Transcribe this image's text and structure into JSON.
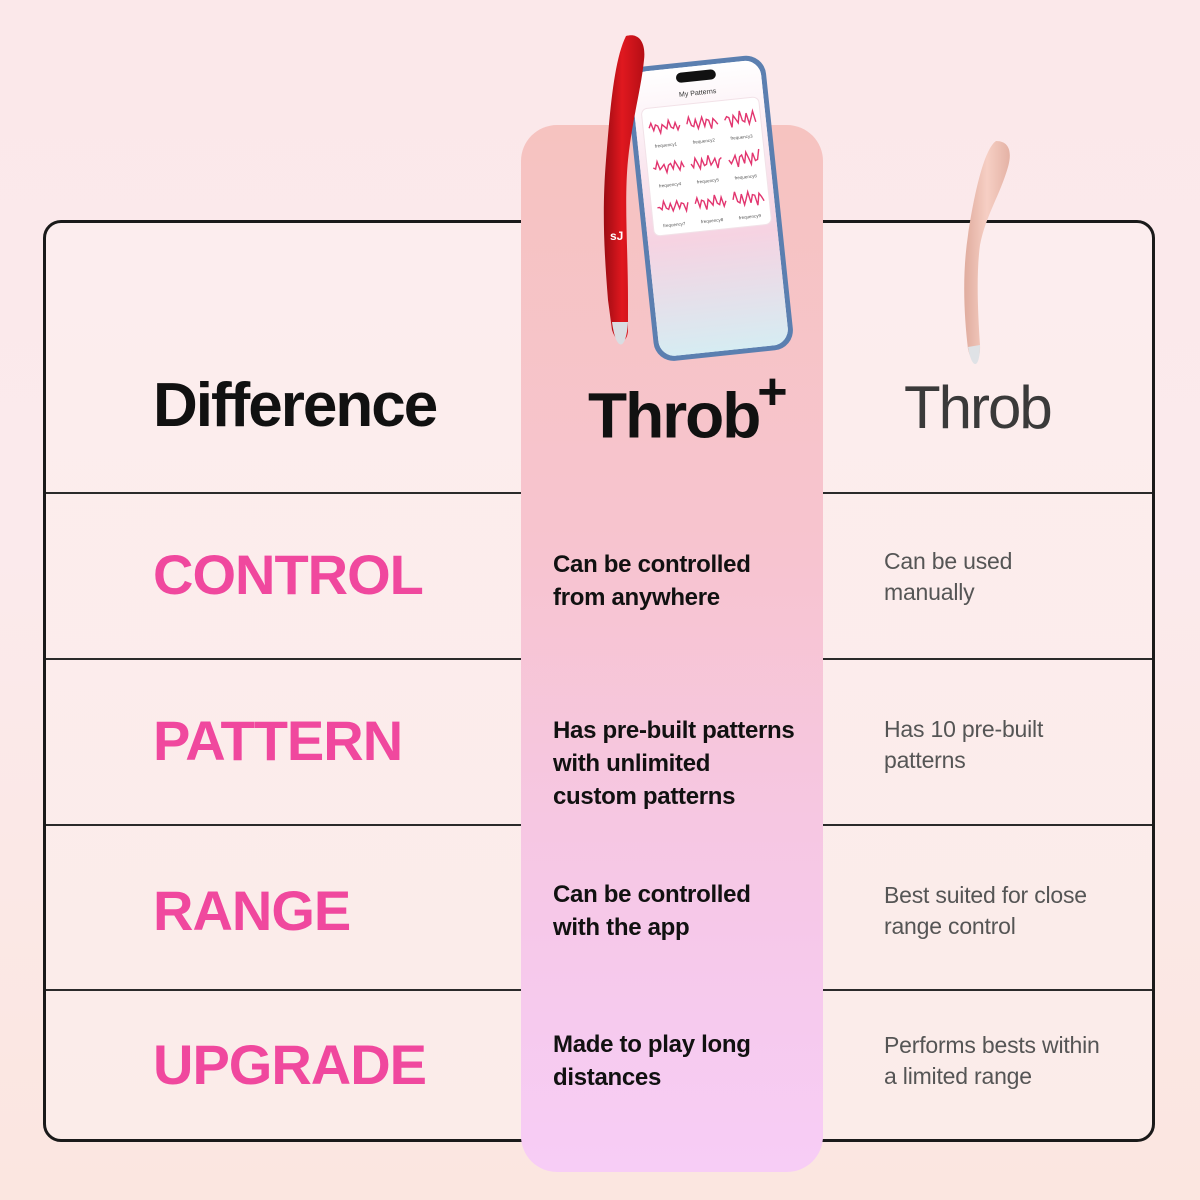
{
  "header": {
    "difference_label": "Difference",
    "plus_product_name": "Throb",
    "plus_product_suffix": "+",
    "base_product_name": "Throb"
  },
  "phone_screen": {
    "title": "My Patterns",
    "tiles": [
      "frequency1",
      "frequency2",
      "frequency3",
      "frequency4",
      "frequency5",
      "frequency6",
      "frequency7",
      "frequency8",
      "frequency9"
    ]
  },
  "rows": [
    {
      "label": "CONTROL",
      "plus_lines": [
        "Can be controlled",
        "from anywhere"
      ],
      "base_lines": [
        "Can be used",
        "manually"
      ]
    },
    {
      "label": "PATTERN",
      "plus_lines": [
        "Has pre-built patterns",
        "with unlimited",
        "custom patterns"
      ],
      "base_lines": [
        "Has 10 pre-built",
        "patterns"
      ]
    },
    {
      "label": "RANGE",
      "plus_lines": [
        "Can be controlled",
        "with the app"
      ],
      "base_lines": [
        "Best suited for close",
        "range control"
      ]
    },
    {
      "label": "UPGRADE",
      "plus_lines": [
        "Made to play long",
        "distances"
      ],
      "base_lines": [
        "Performs bests within",
        "a limited range"
      ]
    }
  ],
  "colors": {
    "accent": "#f0489e",
    "plus_device": "#d8141b",
    "base_device": "#f2c7bd"
  }
}
